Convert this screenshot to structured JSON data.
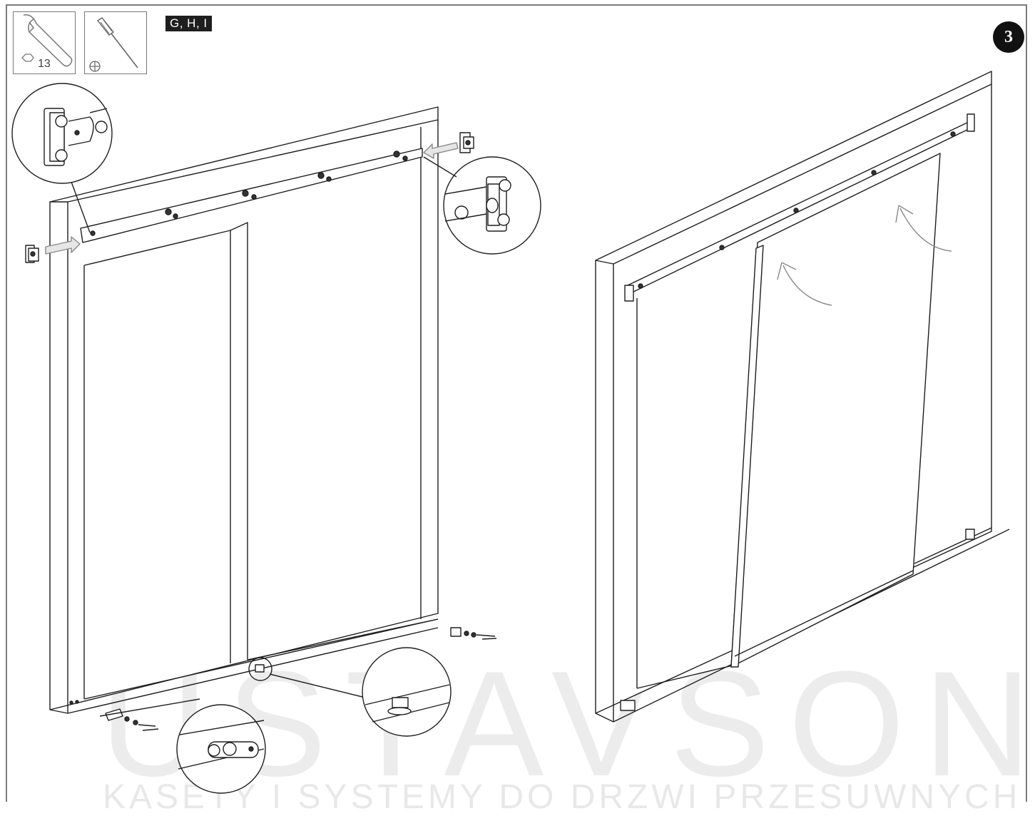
{
  "tools": {
    "wrench": {
      "icon": "wrench-icon",
      "label": "13"
    },
    "screwdriver": {
      "icon": "phillips-screwdriver-icon"
    }
  },
  "parts_tag": "G, H, I",
  "step_number": "3",
  "watermark": {
    "brand": "USTAVSON",
    "tagline": "KASETY I SYSTEMY DO DRZWI PRZESUWNYCH"
  },
  "colors": {
    "line": "#1e1e1e",
    "arrow_fill": "#e6e6e6",
    "badge": "#111111",
    "watermark": "#ececec"
  }
}
